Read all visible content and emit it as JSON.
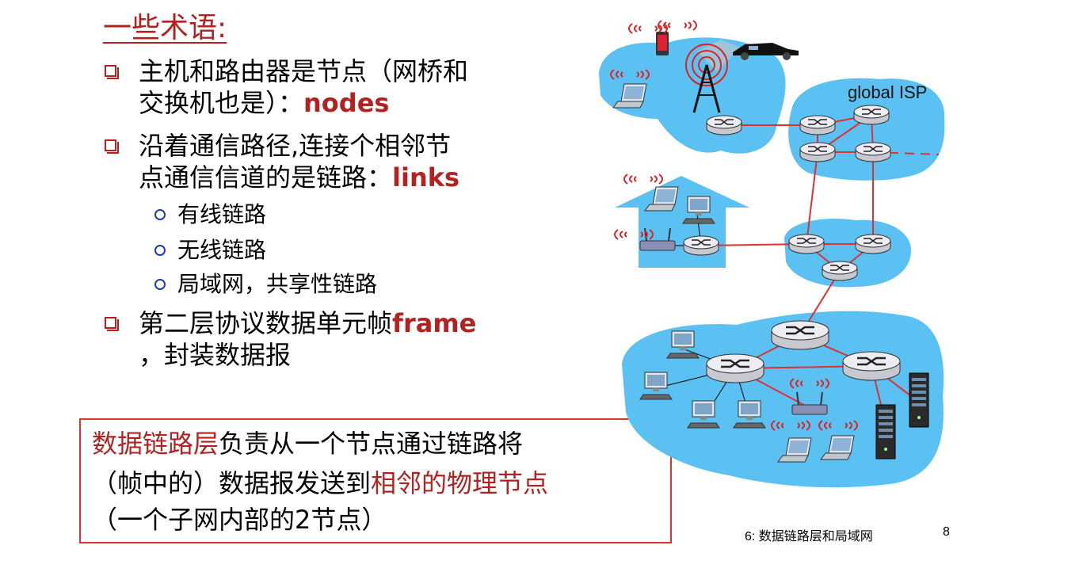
{
  "title": "一些术语:",
  "bullets": {
    "b1_line1": "主机和路由器是节点（网桥和",
    "b1_line2": "交换机也是）：",
    "b1_term": "nodes",
    "b2_line1": "沿着通信路径,连接个相邻节",
    "b2_line2": "点通信信道的是链路：",
    "b2_term": "links",
    "sub1": "有线链路",
    "sub2": "无线链路",
    "sub3": "局域网，共享性链路",
    "b3_line1": "第二层协议数据单元帧",
    "b3_term": "frame",
    "b3_line2": "，封装数据报"
  },
  "callout": {
    "l1_red": "数据链路层",
    "l1_black": "负责从一个节点通过链路将",
    "l2_black": "（帧中的）数据报发送到",
    "l2_red": "相邻的物理节点",
    "l3": "（一个子网内部的2节点）"
  },
  "diagram": {
    "isp_label": "global ISP"
  },
  "footer": {
    "chapter": "6: 数据链路层和局域网",
    "page": "8"
  },
  "colors": {
    "accent_red": "#b22222",
    "cloud_blue": "#5bc0f2",
    "link_red": "#e03030"
  }
}
